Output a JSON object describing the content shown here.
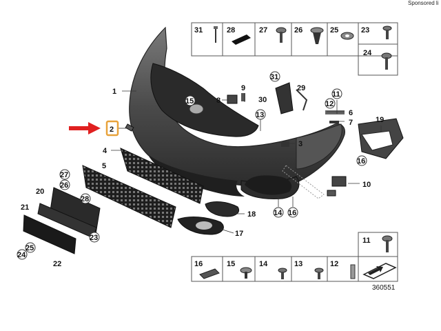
{
  "header": {
    "sponsored_label": "Sponsored li"
  },
  "top_parts_grid": [
    {
      "number": "31",
      "icon": "clip-pin-icon"
    },
    {
      "number": "28",
      "icon": "foam-pad-icon"
    },
    {
      "number": "27",
      "icon": "screw-icon"
    },
    {
      "number": "26",
      "icon": "expanding-rivet-icon"
    },
    {
      "number": "25",
      "icon": "washer-icon"
    },
    {
      "number": "23",
      "icon": "screw-icon"
    },
    {
      "number": "24",
      "icon": "screw-icon"
    }
  ],
  "bottom_parts_grid": [
    {
      "number": "16",
      "icon": "bracket-icon"
    },
    {
      "number": "15",
      "icon": "expanding-rivet-icon"
    },
    {
      "number": "14",
      "icon": "screw-icon"
    },
    {
      "number": "13",
      "icon": "screw-icon"
    },
    {
      "number": "12",
      "icon": "push-clip-icon"
    },
    {
      "number": "11",
      "icon": "screw-icon"
    },
    {
      "number": "",
      "icon": "arrow-plate-icon"
    }
  ],
  "callouts": [
    "1",
    "2",
    "3",
    "4",
    "5",
    "6",
    "7",
    "8",
    "9",
    "10",
    "11",
    "12",
    "13",
    "14",
    "15",
    "16",
    "16",
    "16",
    "17",
    "18",
    "19",
    "20",
    "21",
    "22",
    "23",
    "24",
    "25",
    "26",
    "27",
    "28",
    "29",
    "30",
    "31"
  ],
  "highlight": {
    "part_number": "2",
    "color": "#e8a23a",
    "arrow_color": "#e02020"
  },
  "reference_number": "360551",
  "colors": {
    "bumper": "#3c3c3c",
    "bumper_light": "#6e6e6e",
    "grid_line": "#555555",
    "cell_bg": "#e6e6e6"
  }
}
